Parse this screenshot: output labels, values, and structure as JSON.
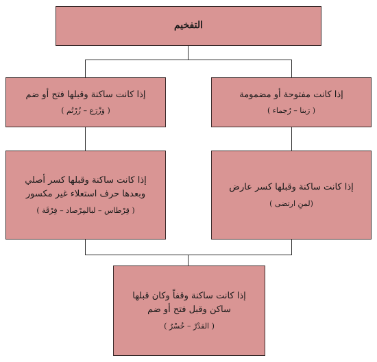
{
  "root": {
    "title": "التفخيم"
  },
  "right_branch": {
    "top": {
      "rule": "إذا كانت مفتوحة أو مضمومة",
      "example": "( رَبنا – رُجماء )"
    },
    "bottom": {
      "rule": "إذا كانت ساكنة وقبلها كسر عارض",
      "example": "(لمنِ ارتضى )"
    }
  },
  "left_branch": {
    "top": {
      "rule": "إذا كانت ساكنة وقبلها فتح أو ضم",
      "example": "( وَزْرَع – زُرْتُم )"
    },
    "bottom": {
      "rule_line1": "إذا كانت ساكنة وقبلها كسر أصلي",
      "rule_line2": "وبعدها حرف استعلاء غير مكسور",
      "example": "( قِرْطاس – لبالمِرْصاد – فِرْقَة )"
    }
  },
  "bottom_box": {
    "rule_line1": "إذا كانت ساكنة وقفاً وكان قبلها",
    "rule_line2": "ساكن وقبل فتح أو ضم",
    "example": "( القدْرْ – خُسْرٌ )"
  }
}
